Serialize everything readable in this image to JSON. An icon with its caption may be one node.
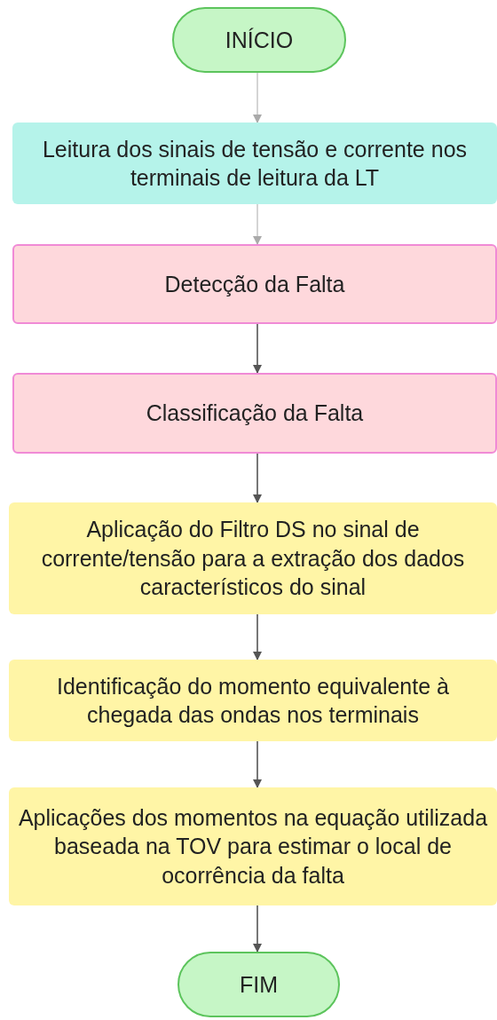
{
  "diagram": {
    "nodes": [
      {
        "text": [
          "INÍCIO"
        ]
      },
      {
        "text": [
          "Leitura dos sinais de tensão e corrente nos terminais de leitura da LT"
        ]
      },
      {
        "text": [
          "Detecção da Falta"
        ]
      },
      {
        "text": [
          "Classificação da Falta"
        ]
      },
      {
        "text": [
          "Aplicação do Filtro DS no sinal de corrente/tensão para a extração dos dados característicos do sinal"
        ]
      },
      {
        "text": [
          "Identificação do momento equivalente à chegada das ondas nos terminais"
        ]
      },
      {
        "text": [
          "Aplicações dos momentos na equação utilizada baseada na TOV para estimar o local de ocorrência da falta"
        ]
      },
      {
        "text": [
          "FIM"
        ]
      }
    ],
    "edges": [
      {
        "from": 0,
        "to": 1,
        "arrow": "to",
        "color": "#aaaaaa"
      },
      {
        "from": 1,
        "to": 2,
        "arrow": "to",
        "color": "#aaaaaa"
      },
      {
        "from": 2,
        "to": 3,
        "arrow": "to"
      },
      {
        "from": 3,
        "to": 4,
        "arrow": "to"
      },
      {
        "from": 4,
        "to": 5,
        "arrow": "to"
      },
      {
        "from": 5,
        "to": 6,
        "arrow": "to"
      },
      {
        "from": 6,
        "to": 7,
        "arrow": "to"
      }
    ]
  }
}
